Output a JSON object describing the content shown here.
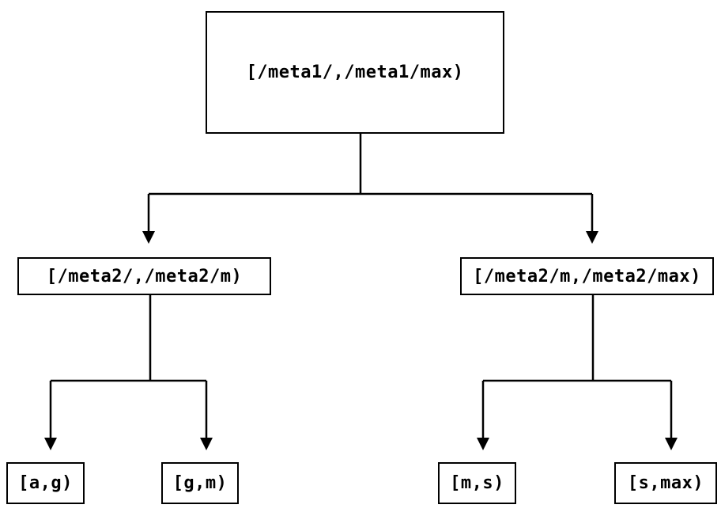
{
  "colors": {
    "background": "#ffffff",
    "line": "#000000",
    "text": "#000000"
  },
  "nodes": {
    "root": {
      "label": "[/meta1/,/meta1/max)"
    },
    "meta2_low": {
      "label": "[/meta2/,/meta2/m)"
    },
    "meta2_high": {
      "label": "[/meta2/m,/meta2/max)"
    },
    "leaf_a_g": {
      "label": "[a,g)"
    },
    "leaf_g_m": {
      "label": "[g,m)"
    },
    "leaf_m_s": {
      "label": "[m,s)"
    },
    "leaf_s_max": {
      "label": "[s,max)"
    }
  }
}
